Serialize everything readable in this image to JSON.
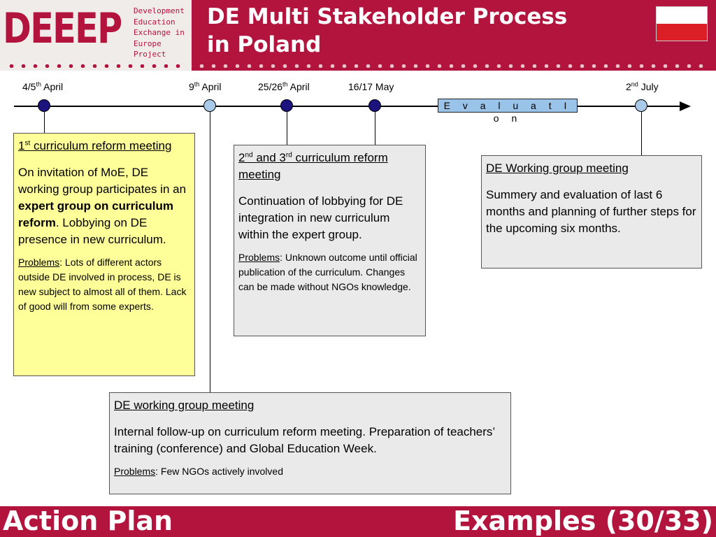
{
  "logo": {
    "letters": "DEEEP",
    "subtitle": [
      "Development",
      "Education",
      "Exchange in",
      "Europe",
      "Project"
    ]
  },
  "title": {
    "line1": "DE Multi Stakeholder Process",
    "line2": "in Poland"
  },
  "colors": {
    "brand": "#b3143e",
    "yellow_box": "#ffff99",
    "grey_box": "#eaeaea",
    "node_dark": "#1c137e",
    "node_light": "#a9cbe9",
    "eval_bar": "#9ac3ea"
  },
  "timeline": {
    "dates": [
      {
        "pre": "4/5",
        "sup": "th",
        "post": " April"
      },
      {
        "pre": "9",
        "sup": "th",
        "post": " April"
      },
      {
        "pre": "25/26",
        "sup": "th",
        "post": " April"
      },
      {
        "pre": "16/17 May",
        "sup": "",
        "post": ""
      },
      {
        "pre": "2",
        "sup": "nd",
        "post": " July"
      }
    ],
    "evaluation_label": "E v a l u a t I o n"
  },
  "box1": {
    "title_pre": "1",
    "title_sup": "st",
    "title_post": " curriculum reform meeting",
    "body_a": "On invitation of MoE, DE working group participates in an ",
    "body_bold": "expert group on curriculum reform",
    "body_b": ". Lobbying on DE presence in new curriculum.",
    "problems_label": "Problems",
    "problems_text": ": Lots of different actors outside DE involved in process, DE is new subject to almost all of them. Lack of good will from some experts."
  },
  "box2": {
    "title_pre": "2",
    "title_sup1": "nd",
    "title_mid": " and 3",
    "title_sup2": "rd",
    "title_post": " curriculum reform meeting",
    "body": "Continuation of lobbying for DE integration in new curriculum within the expert group.",
    "problems_label": "Problems",
    "problems_text": ": Unknown outcome until official publication of the curriculum. Changes can be made without NGOs knowledge."
  },
  "box3": {
    "title": "DE working group meeting",
    "body": "Internal follow-up on curriculum reform meeting. Preparation of teachers’ training (conference) and Global Education Week.",
    "problems_label": "Problems",
    "problems_text": ":  Few NGOs actively involved"
  },
  "box4": {
    "title": "DE Working group meeting",
    "body": "Summery and evaluation of last 6 months and planning of further steps for the upcoming six months."
  },
  "footer": {
    "left": "Action Plan",
    "right": "Examples (30/33)"
  }
}
